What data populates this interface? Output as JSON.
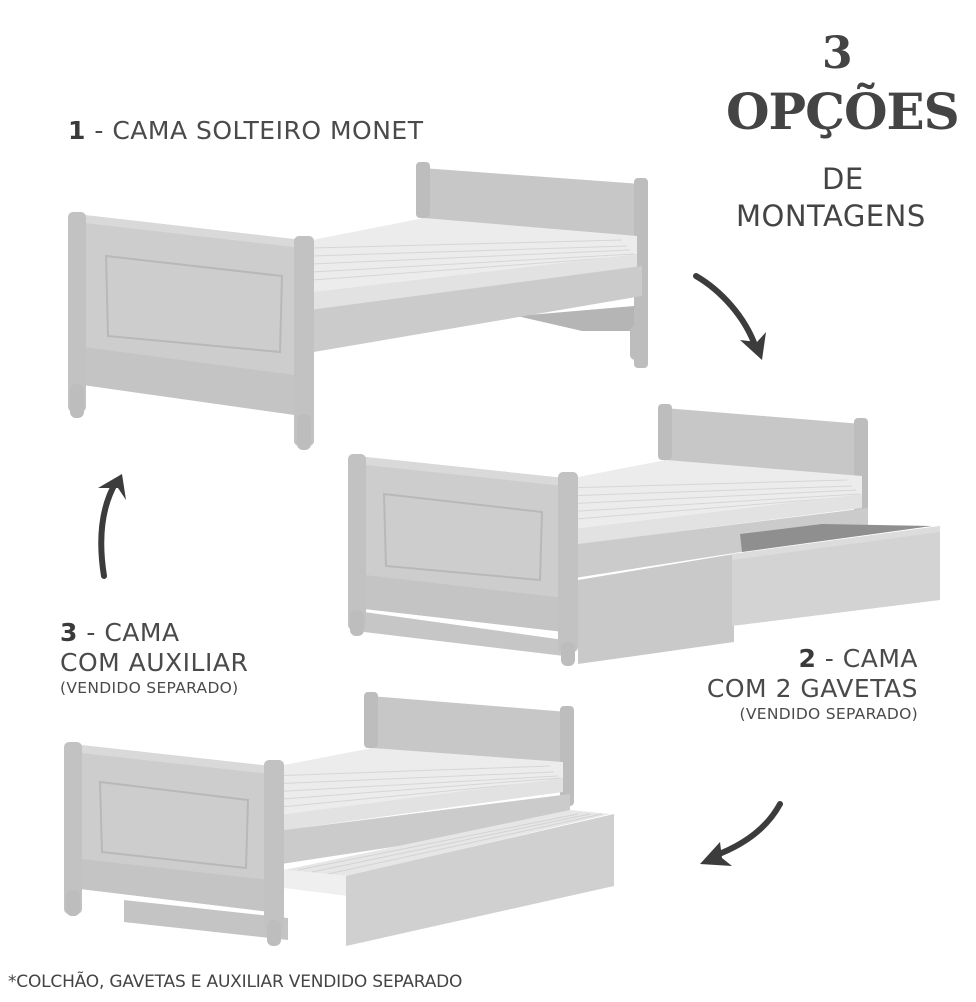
{
  "headline": {
    "number": "3",
    "title": "OPÇÕES",
    "subtitle_line1": "DE",
    "subtitle_line2": "MONTAGENS"
  },
  "options": [
    {
      "number": "1",
      "separator": " - ",
      "label_line1": "CAMA SOLTEIRO MONET",
      "label_line2": "",
      "note": ""
    },
    {
      "number": "2",
      "separator": " - ",
      "label_line1": "CAMA",
      "label_line2": "COM 2 GAVETAS",
      "note": "(VENDIDO SEPARADO)"
    },
    {
      "number": "3",
      "separator": " - ",
      "label_line1": "CAMA",
      "label_line2": "COM AUXILIAR",
      "note": "(VENDIDO SEPARADO)"
    }
  ],
  "arrows": [
    {
      "name": "arrow-1-to-2",
      "direction": "down-right"
    },
    {
      "name": "arrow-2-to-3",
      "direction": "down-left"
    },
    {
      "name": "arrow-3-to-1",
      "direction": "up"
    }
  ],
  "footnote": "*COLCHÃO, GAVETAS E AUXILIAR  VENDIDO SEPARADO",
  "colors": {
    "text": "#444444",
    "bed_frame": "#c9c9c9",
    "bed_frame_dark": "#b5b5b5",
    "bed_frame_light": "#d8d8d8",
    "mattress": "#ececec",
    "arrow": "#3c3c3c"
  }
}
